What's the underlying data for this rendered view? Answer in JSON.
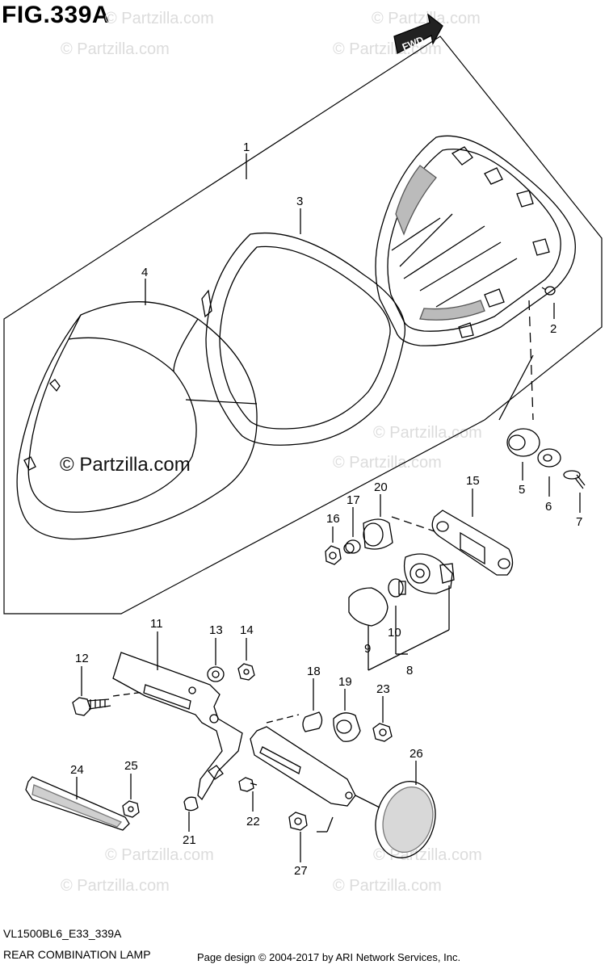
{
  "figure": {
    "title": "FIG.339A",
    "fwd_label": "FWD",
    "model_code": "VL1500BL6_E33_339A",
    "diagram_name": "REAR COMBINATION LAMP",
    "copyright": "Page design © 2004-2017 by ARI Network Services, Inc."
  },
  "watermark": {
    "text": "© Partzilla.com",
    "center_text": "© Partzilla.com"
  },
  "callouts": [
    "1",
    "2",
    "3",
    "4",
    "5",
    "6",
    "7",
    "8",
    "9",
    "10",
    "11",
    "12",
    "13",
    "14",
    "15",
    "16",
    "17",
    "18",
    "19",
    "20",
    "21",
    "22",
    "23",
    "24",
    "25",
    "26",
    "27"
  ]
}
